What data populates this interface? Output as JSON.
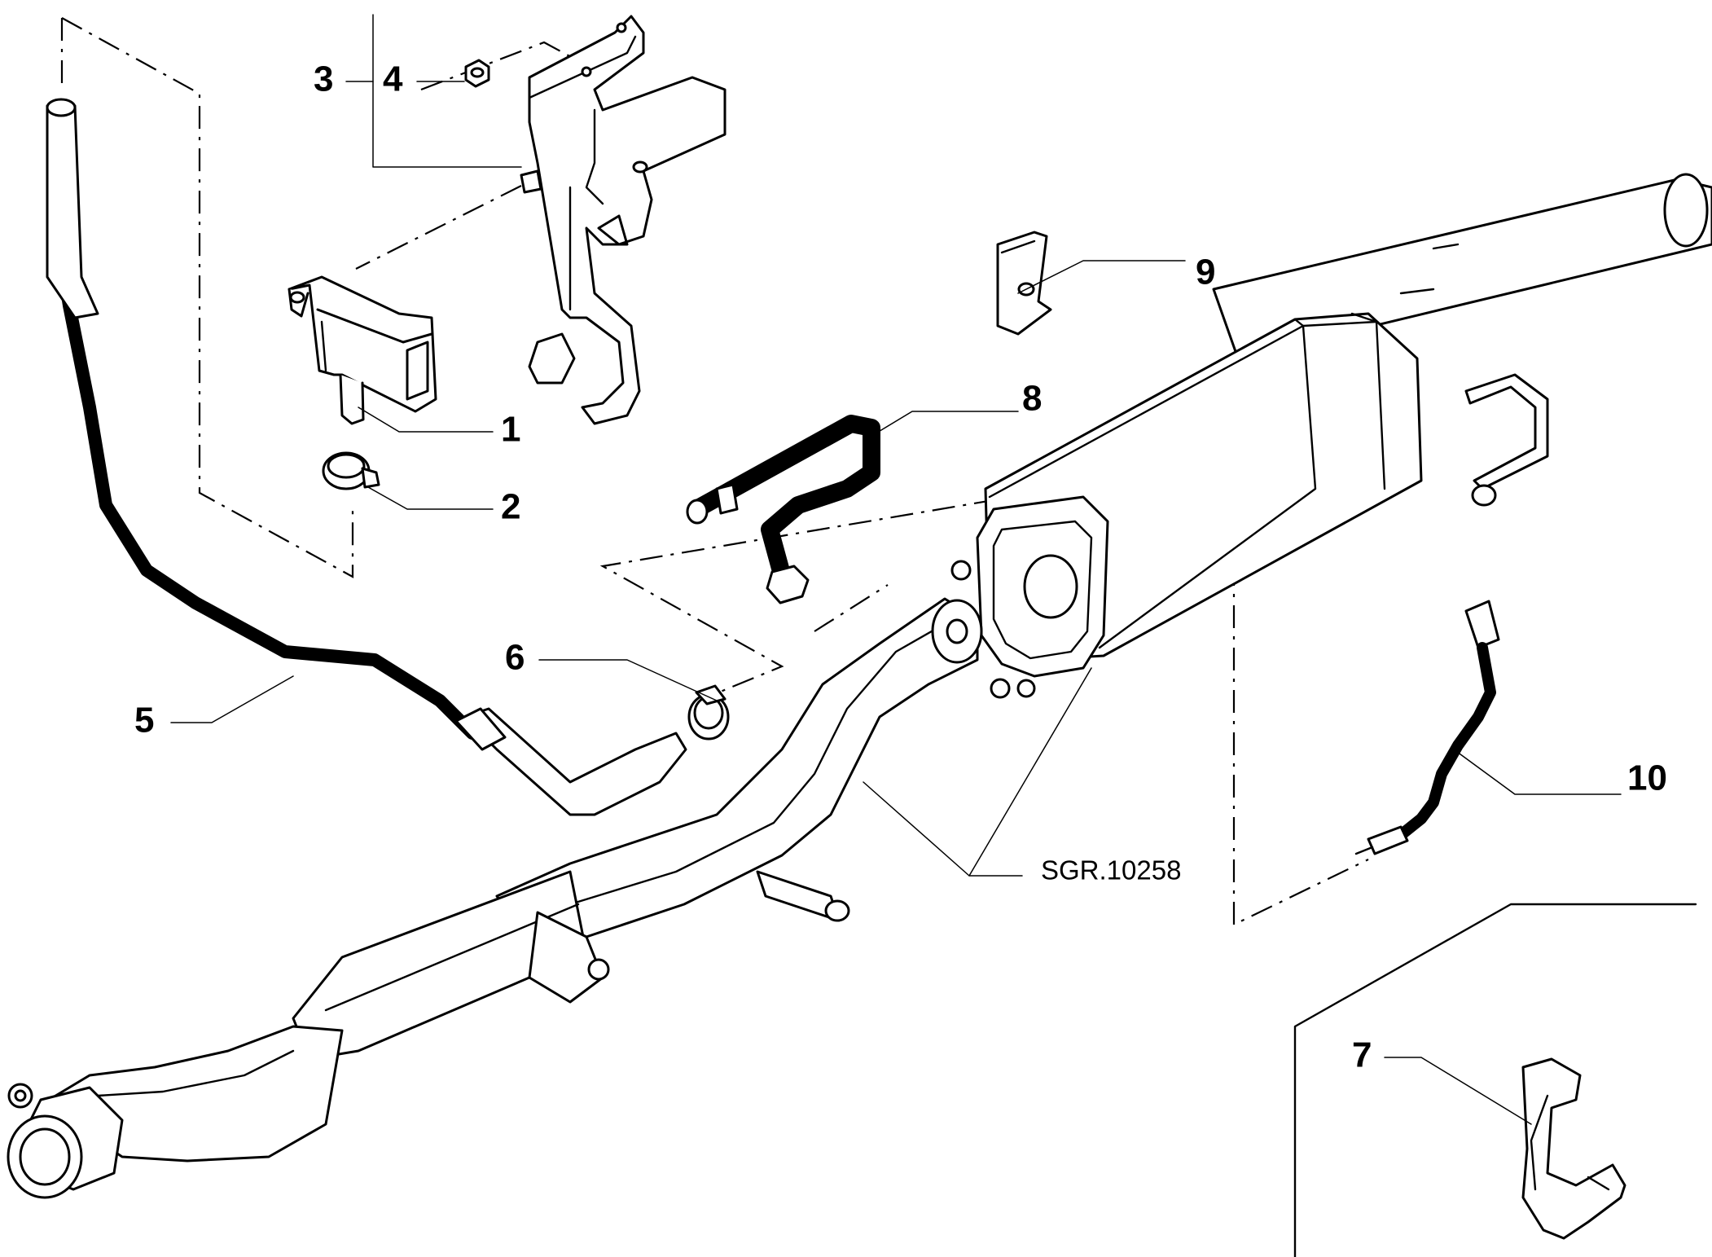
{
  "diagram": {
    "reference_code": "SGR.10258",
    "callouts": [
      {
        "id": "1",
        "text": "1"
      },
      {
        "id": "2",
        "text": "2"
      },
      {
        "id": "3",
        "text": "3"
      },
      {
        "id": "4",
        "text": "4"
      },
      {
        "id": "5",
        "text": "5"
      },
      {
        "id": "6",
        "text": "6"
      },
      {
        "id": "7",
        "text": "7"
      },
      {
        "id": "8",
        "text": "8"
      },
      {
        "id": "9",
        "text": "9"
      },
      {
        "id": "10",
        "text": "10"
      }
    ],
    "colors": {
      "line": "#000000",
      "background": "#ffffff"
    }
  }
}
